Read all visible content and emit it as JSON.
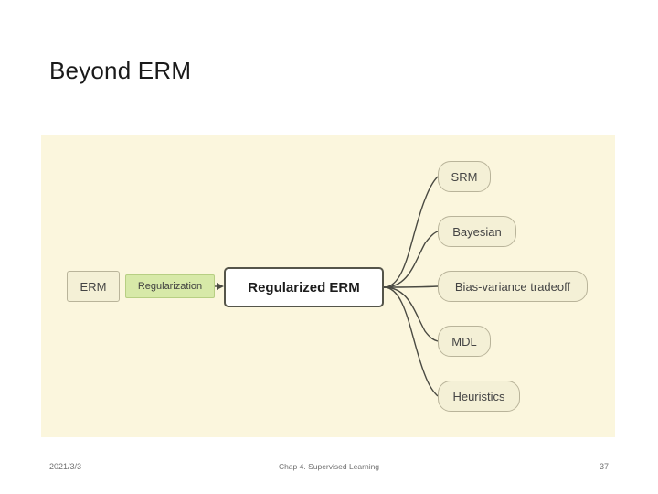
{
  "slide": {
    "title": "Beyond ERM",
    "background": "#ffffff"
  },
  "diagram": {
    "panel_background": "#fbf6dd",
    "nodes": {
      "erm": "ERM",
      "regularization": "Regularization",
      "center": "Regularized ERM",
      "srm": "SRM",
      "bayesian": "Bayesian",
      "bias_variance": "Bias-variance tradeoff",
      "mdl": "MDL",
      "heuristics": "Heuristics"
    },
    "colors": {
      "highlight_green": "#d7e9a8",
      "node_fill": "#f4f0d6",
      "node_border": "#b9b49a",
      "center_border": "#55554a",
      "connector": "#4a4a42"
    }
  },
  "footer": {
    "date": "2021/3/3",
    "center": "Chap 4. Supervised Learning",
    "page": "37"
  }
}
